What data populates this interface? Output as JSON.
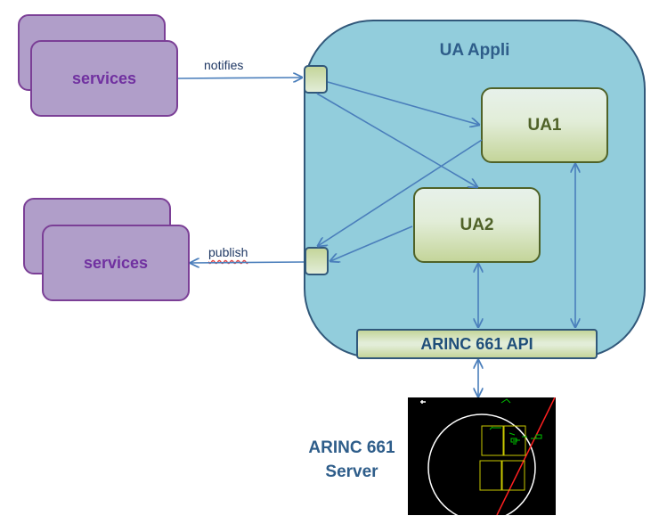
{
  "services_top": {
    "label": "services"
  },
  "services_bottom": {
    "label": "services"
  },
  "ua_appli": {
    "title": "UA Appli"
  },
  "ua1": {
    "label": "UA1"
  },
  "ua2": {
    "label": "UA2"
  },
  "api": {
    "label": "ARINC 661 API"
  },
  "edges": {
    "notifies": "notifies",
    "publish": "publish"
  },
  "server": {
    "line1": "ARINC 661",
    "line2": "Server"
  },
  "colors": {
    "services_fill": "#b09ec9",
    "services_border": "#7b3f96",
    "services_text": "#7030a0",
    "ua_appli_fill": "#92cddc",
    "ua_box_text": "#4f6228",
    "arrow": "#4a7ebb",
    "display_background": "#000000",
    "display_circle": "#ffffff",
    "display_boxes": "#c8c800",
    "display_line": "#ff0000",
    "display_symbols": "#00c000"
  }
}
